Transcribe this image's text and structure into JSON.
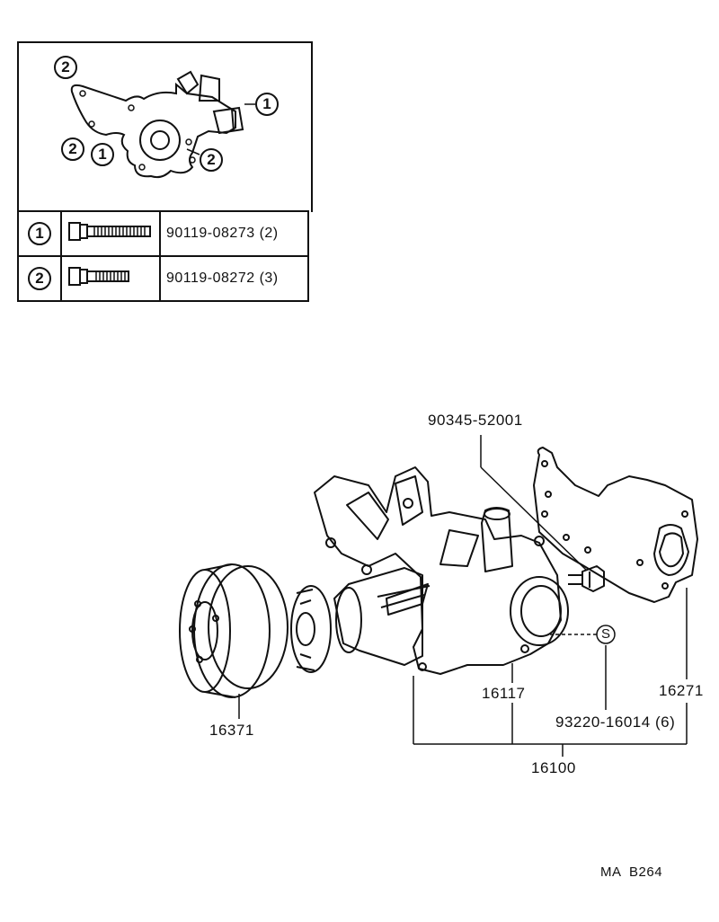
{
  "inset": {
    "callouts": {
      "top_left": "2",
      "right": "1",
      "bottom_left_a": "2",
      "bottom_left_b": "1",
      "bottom_right": "2"
    },
    "legend": [
      {
        "key": "1",
        "part": "90119-08273",
        "qty": "(2)",
        "icon": "long-bolt-icon"
      },
      {
        "key": "2",
        "part": "90119-08272",
        "qty": "(3)",
        "icon": "short-bolt-icon"
      }
    ]
  },
  "parts": {
    "p90345": "90345-52001",
    "p16371": "16371",
    "p16117": "16117",
    "p16271": "16271",
    "p93220": "93220-16014",
    "p93220_qty": "(6)",
    "p16100": "16100",
    "s_symbol": "S"
  },
  "footer": {
    "code": "MA  B264"
  }
}
